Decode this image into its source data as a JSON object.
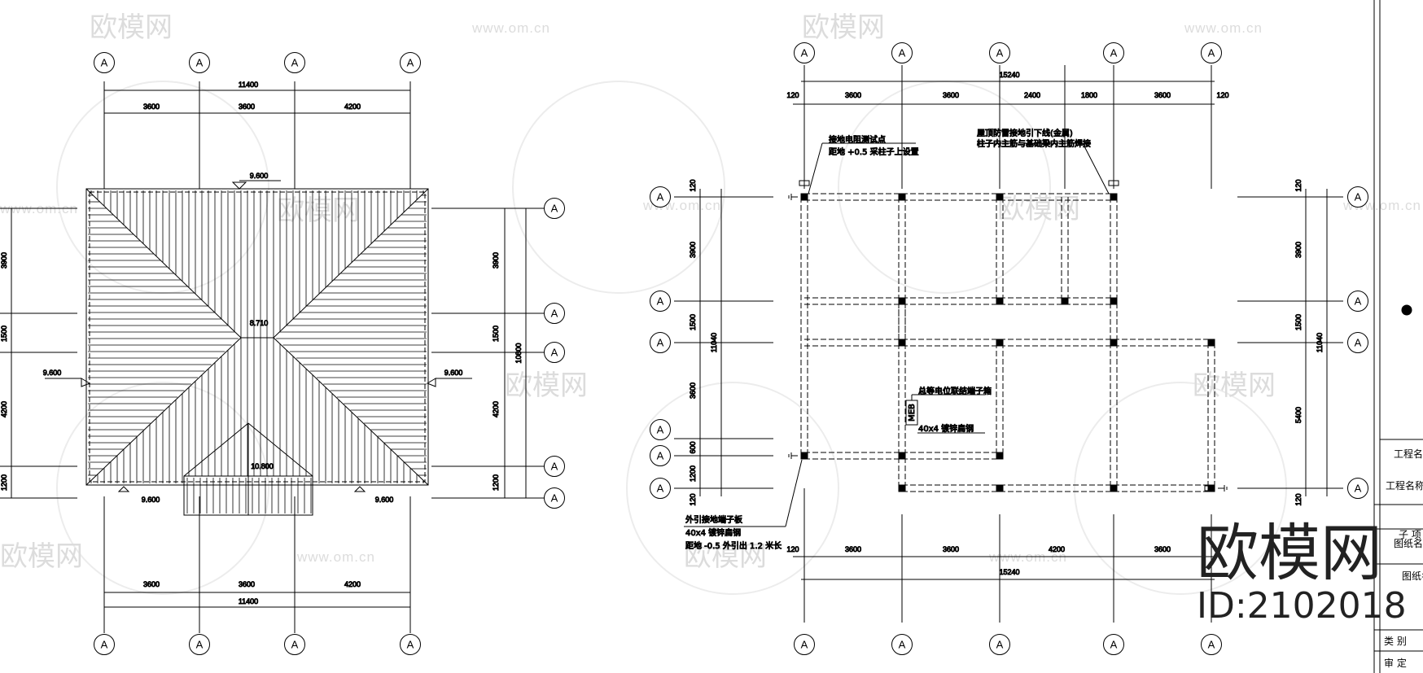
{
  "axis_bubble_label": "A",
  "watermark": {
    "cn": "欧模网",
    "url": "www.om.cn"
  },
  "roof_plan": {
    "dims_top": [
      "3600",
      "3600",
      "4200"
    ],
    "total_top": "11400",
    "dims_right": [
      "3900",
      "1500",
      "4200",
      "1200"
    ],
    "total_right": "10800",
    "dims_left_partial": [
      "3900",
      "1500",
      "4200",
      "1200"
    ],
    "dims_bottom": [
      "3600",
      "3600",
      "4200"
    ],
    "total_bottom": "11400",
    "elevations": {
      "ridge": "9.600",
      "left": "9.600",
      "right": "9.600",
      "bottom_left": "9.600",
      "bottom_right": "9.600",
      "center": "8.710",
      "porch": "10.800"
    }
  },
  "ground_plan": {
    "dims_top": [
      "3600",
      "3600",
      "2400",
      "1800",
      "3600"
    ],
    "total_top": "15240",
    "edge": "120",
    "dims_left": [
      "3900",
      "1500",
      "3600",
      "600",
      "1200"
    ],
    "total_left": "11040",
    "dims_right": [
      "3900",
      "1500",
      "5400"
    ],
    "total_right": "11040",
    "dims_bottom": [
      "3600",
      "3600",
      "4200",
      "3600"
    ],
    "total_bottom": "15240",
    "notes": {
      "test_point_1": "接地电阻测试点",
      "test_point_2": "距地 +0.5  采柱子上设置",
      "roof_downlead_1": "屋顶防雷接地引下线(金属)",
      "roof_downlead_2": "柱子内主筋与基础梁内主筋焊接",
      "equip_1": "总等电位联结端子箱",
      "equip_box": "MEB",
      "equip_2": "40x4  镀锌扁钢",
      "ext_1": "外引接地端子板",
      "ext_2": "40x4  镀锌扁钢",
      "ext_3": "距地 -0.5  外引出 1.2 米长"
    }
  },
  "title_block": {
    "project": "工程名称",
    "subproject": "工程名称",
    "item": "子  项",
    "drawing_name": "图纸名称",
    "drawing_name2": "图纸名",
    "category": "类  别",
    "review": "审  定"
  },
  "brand": {
    "name": "欧模网",
    "id": "ID:2102018"
  }
}
